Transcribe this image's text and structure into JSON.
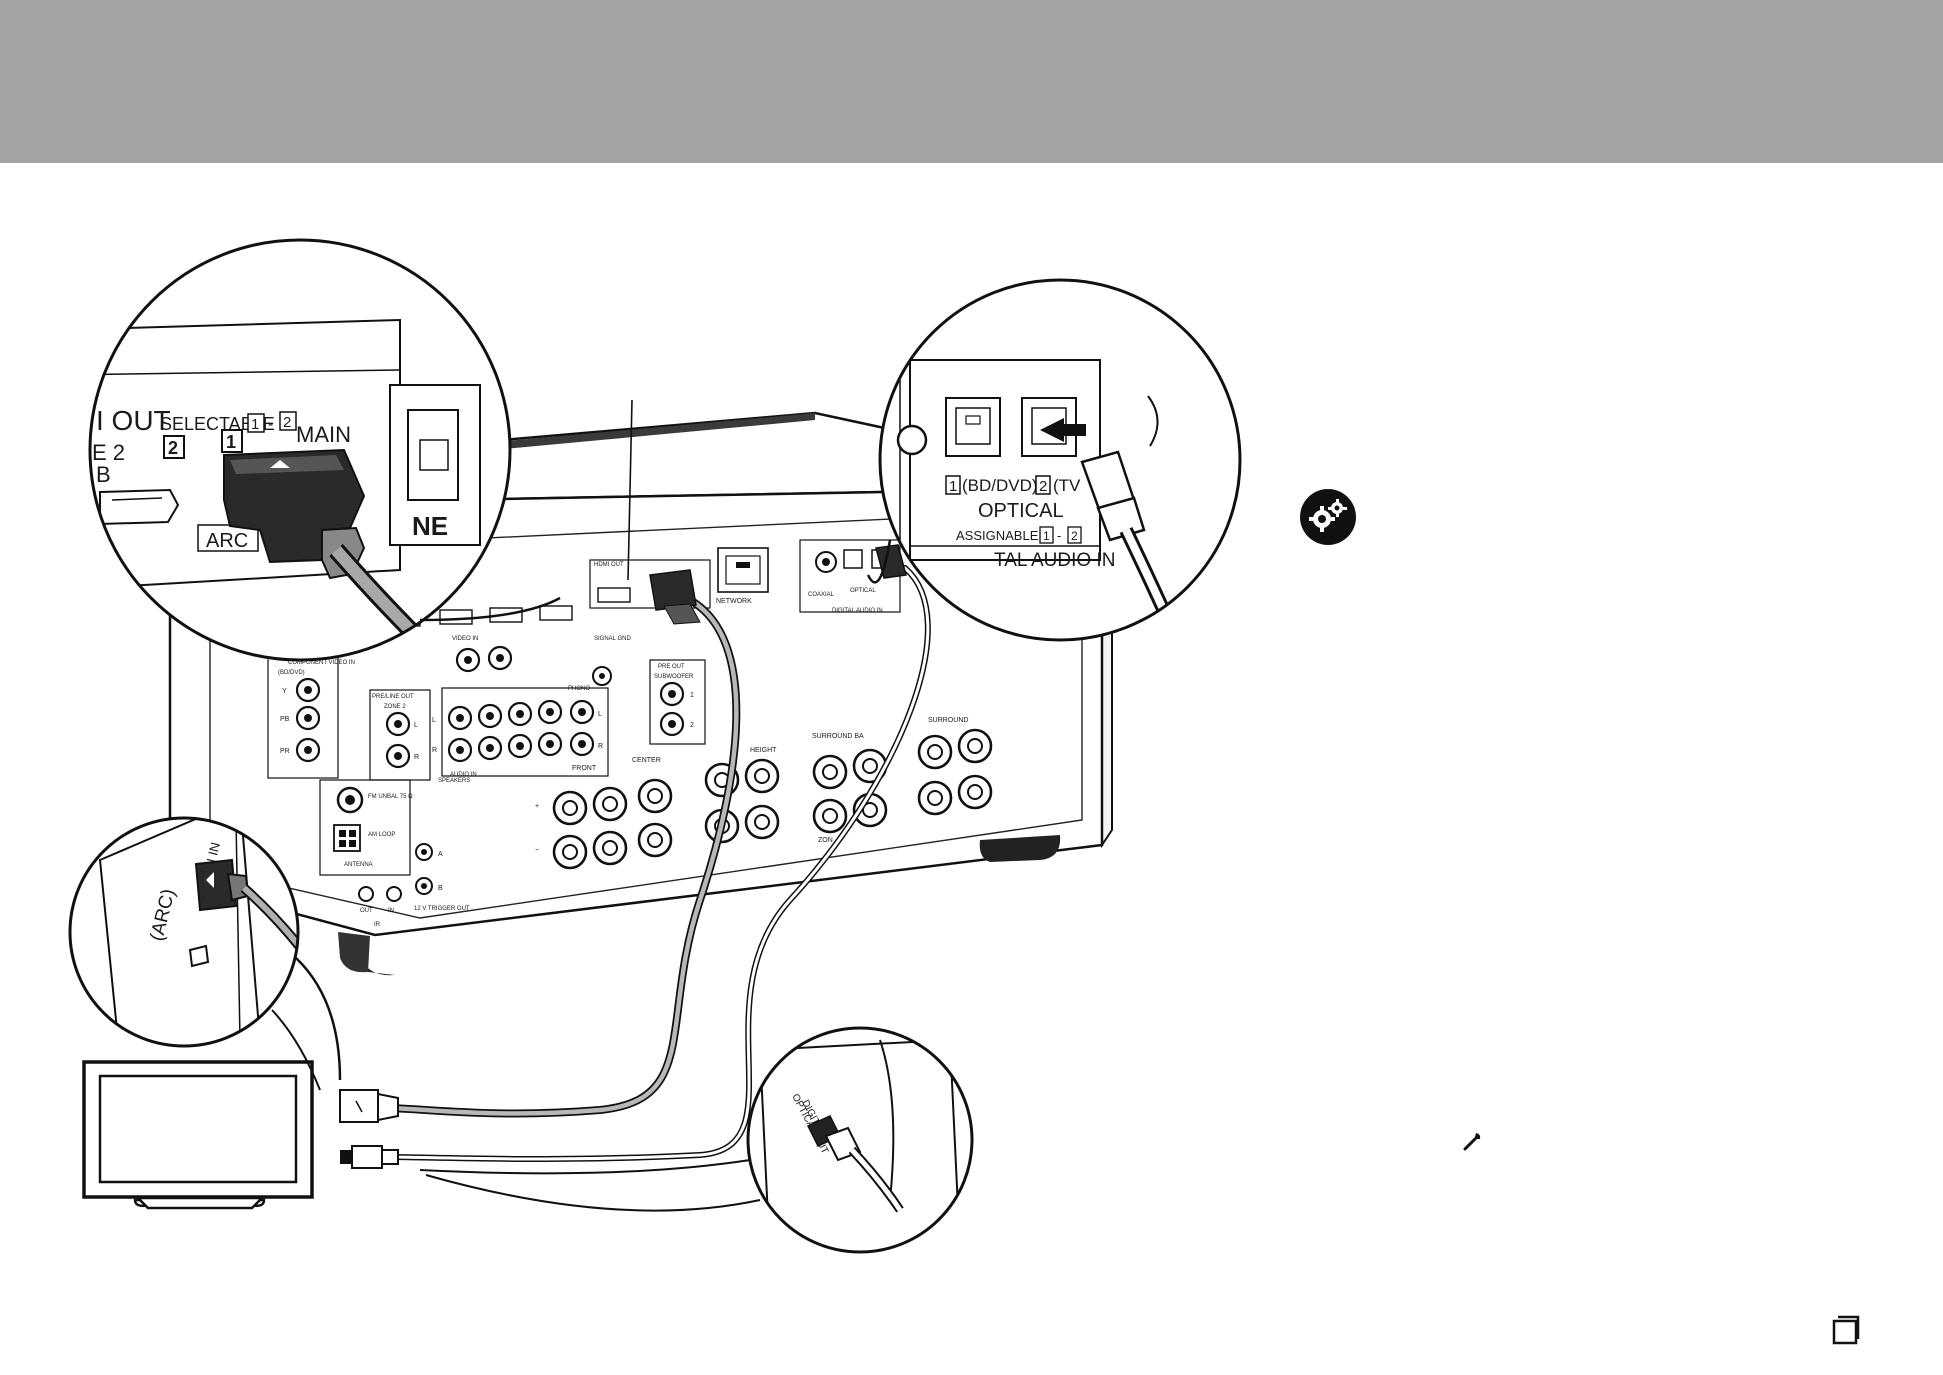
{
  "header": {
    "bar_color": "#a3a3a3"
  },
  "zoom_hdmi_out": {
    "hdmi_out": "I OUT",
    "selectable": "SELECTABLE",
    "sel_1": "1",
    "dash": "-",
    "sel_2": "2",
    "port_2": "2",
    "port_1": "1",
    "main": "MAIN",
    "zone2": "E 2",
    "sub": "B",
    "arc": "ARC",
    "network_fragment": "NE"
  },
  "zoom_optical_in": {
    "label_1": "1",
    "bd_dvd": "(BD/DVD)",
    "label_2": "2",
    "tv": "(TV",
    "optical": "OPTICAL",
    "assignable": "ASSIGNABLE",
    "as_1": "1",
    "dash": "-",
    "as_2": "2",
    "digital_audio_in": "TAL AUDIO IN"
  },
  "zoom_tv_hdmi": {
    "hdmi_in": "HDMI IN",
    "arc": "(ARC)"
  },
  "zoom_tv_optical": {
    "line1": "DIGITAL",
    "line2": "OPTICAL OUT"
  },
  "receiver": {
    "network": "NETWORK",
    "hdmi_out": "HDMI OUT",
    "coaxial": "COAXIAL",
    "optical": "OPTICAL",
    "digital_audio_in": "DIGITAL AUDIO IN",
    "component_video_in": "COMPONENT VIDEO IN",
    "bd_dvd": "(BD/DVD)",
    "y": "Y",
    "pb": "PB",
    "pr": "PR",
    "pre_line_out": "PRE/LINE OUT",
    "zone2": "ZONE 2",
    "video_in": "VIDEO IN",
    "signal_gnd": "SIGNAL GND",
    "pre_out": "PRE OUT",
    "subwoofer": "SUBWOOFER",
    "sw_1": "1",
    "sw_2": "2",
    "audio_in": "AUDIO IN",
    "phono": "PHONO",
    "front": "FRONT",
    "center": "CENTER",
    "height": "HEIGHT",
    "surround_back": "SURROUND BA",
    "surround": "SURROUND",
    "zone_fragment": "ZON",
    "fm_unbal": "FM UNBAL 75 Ω",
    "am_loop": "AM LOOP",
    "antenna": "ANTENNA",
    "trig_a": "A",
    "trig_b": "B",
    "trigger_out": "12 V TRIGGER OUT",
    "ir": "IR",
    "ir_out": "OUT",
    "ir_in": "IN",
    "speakers": "SPEAKERS",
    "l": "L",
    "r": "R",
    "plus": "+",
    "minus": "−"
  },
  "icons": {
    "settings": "gear-settings-icon",
    "wrench": "wrench-icon",
    "page": "page-square-icon"
  }
}
